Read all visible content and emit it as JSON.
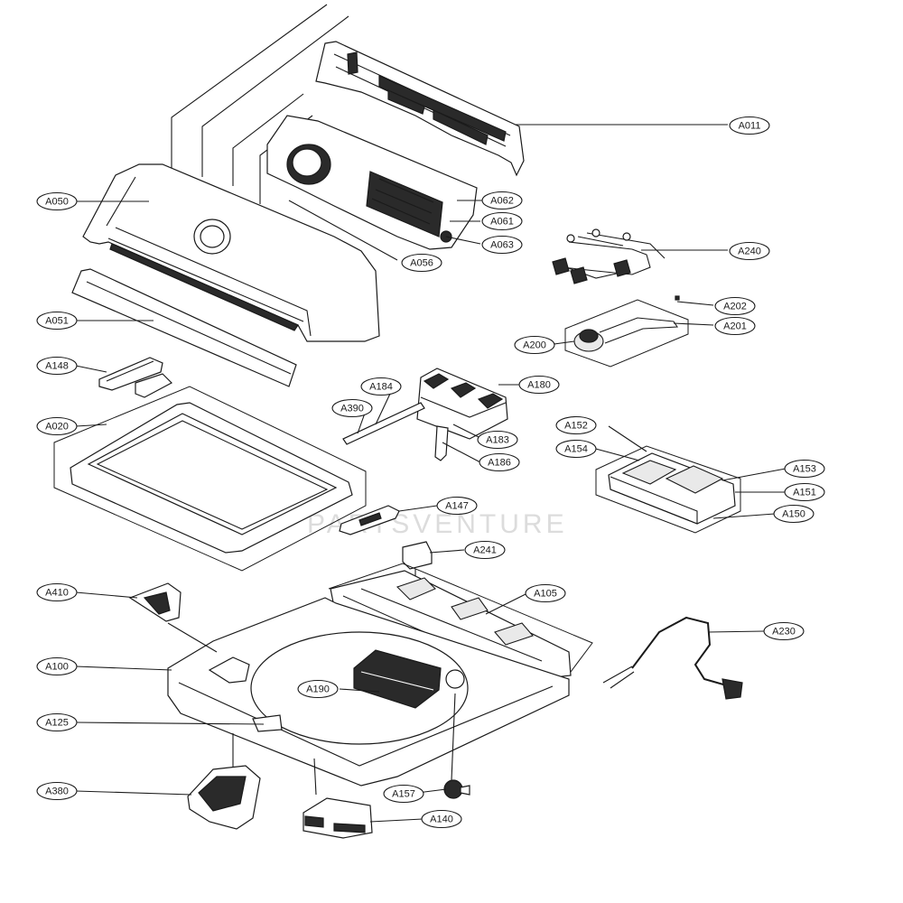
{
  "watermark": "PARTSVENTURE",
  "callouts": [
    {
      "id": "A011",
      "label": "A011"
    },
    {
      "id": "A050",
      "label": "A050"
    },
    {
      "id": "A062",
      "label": "A062"
    },
    {
      "id": "A061",
      "label": "A061"
    },
    {
      "id": "A063",
      "label": "A063"
    },
    {
      "id": "A056",
      "label": "A056"
    },
    {
      "id": "A240",
      "label": "A240"
    },
    {
      "id": "A202",
      "label": "A202"
    },
    {
      "id": "A201",
      "label": "A201"
    },
    {
      "id": "A200",
      "label": "A200"
    },
    {
      "id": "A051",
      "label": "A051"
    },
    {
      "id": "A148",
      "label": "A148"
    },
    {
      "id": "A184",
      "label": "A184"
    },
    {
      "id": "A180",
      "label": "A180"
    },
    {
      "id": "A390",
      "label": "A390"
    },
    {
      "id": "A183",
      "label": "A183"
    },
    {
      "id": "A186",
      "label": "A186"
    },
    {
      "id": "A020",
      "label": "A020"
    },
    {
      "id": "A152",
      "label": "A152"
    },
    {
      "id": "A154",
      "label": "A154"
    },
    {
      "id": "A153",
      "label": "A153"
    },
    {
      "id": "A151",
      "label": "A151"
    },
    {
      "id": "A150",
      "label": "A150"
    },
    {
      "id": "A147",
      "label": "A147"
    },
    {
      "id": "A241",
      "label": "A241"
    },
    {
      "id": "A105",
      "label": "A105"
    },
    {
      "id": "A410",
      "label": "A410"
    },
    {
      "id": "A230",
      "label": "A230"
    },
    {
      "id": "A100",
      "label": "A100"
    },
    {
      "id": "A190",
      "label": "A190"
    },
    {
      "id": "A125",
      "label": "A125"
    },
    {
      "id": "A380",
      "label": "A380"
    },
    {
      "id": "A157",
      "label": "A157"
    },
    {
      "id": "A140",
      "label": "A140"
    }
  ]
}
